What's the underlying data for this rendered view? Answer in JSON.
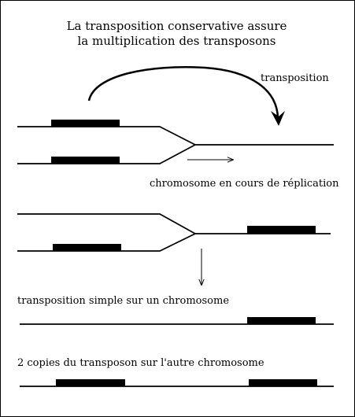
{
  "title": {
    "line1": "La  transposition conservative assure",
    "line2": "la multiplication des transposons"
  },
  "labels": {
    "transposition": "transposition",
    "replication": "chromosome en cours de réplication",
    "simple": "transposition simple sur un chromosome",
    "copies": "2 copies du transposon sur l'autre chromosome"
  },
  "colors": {
    "line": "#000000",
    "transposon": "#000000",
    "background": "#ffffff"
  }
}
